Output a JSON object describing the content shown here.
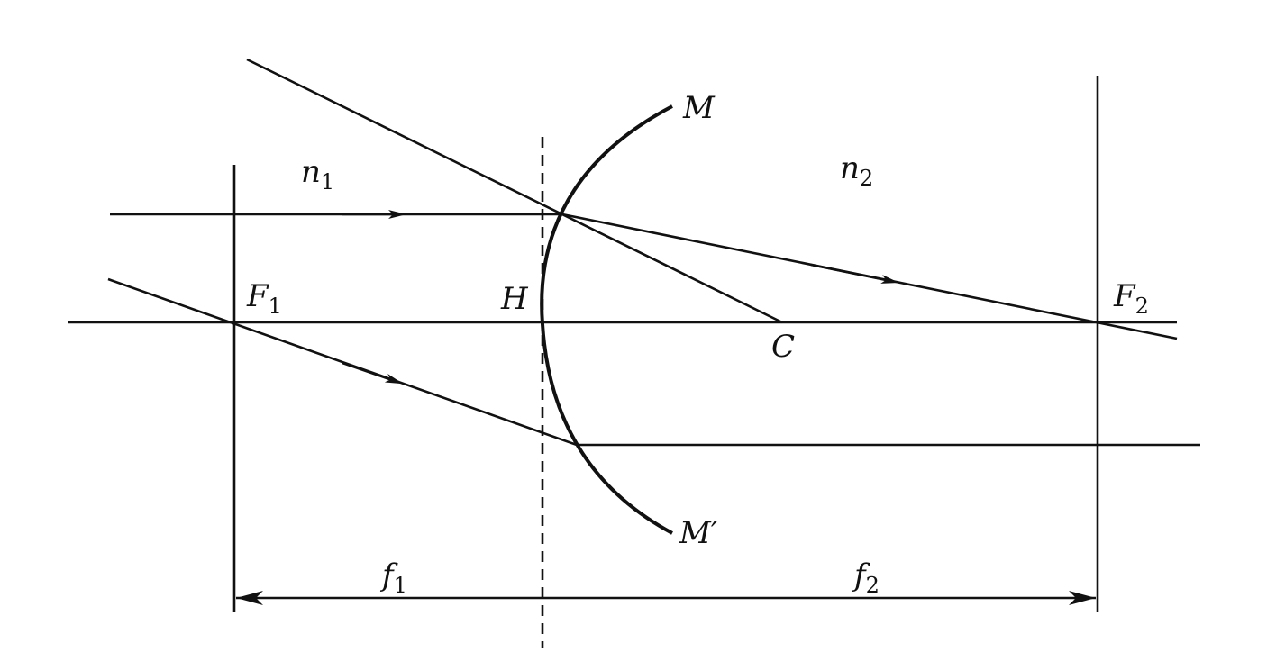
{
  "labels": {
    "M": "M",
    "M_prime": "M′",
    "n1_base": "n",
    "n1_sub": "1",
    "n2_base": "n",
    "n2_sub": "2",
    "F1_base": "F",
    "F1_sub": "1",
    "F2_base": "F",
    "F2_sub": "2",
    "H": "H",
    "C": "C",
    "f1_base": "f",
    "f1_sub": "1",
    "f2_base": "f",
    "f2_sub": "2"
  },
  "colors": {
    "ink": "#111111",
    "background": "#ffffff"
  }
}
